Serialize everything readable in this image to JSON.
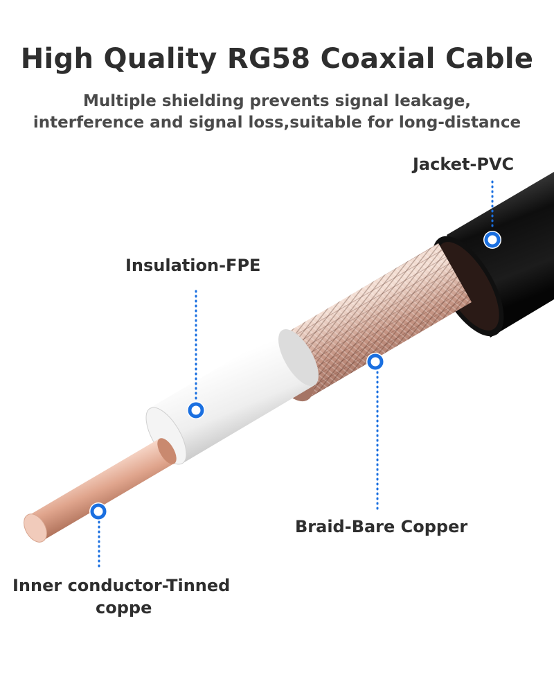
{
  "title": "High Quality RG58 Coaxial Cable",
  "subtitle_line1": "Multiple shielding prevents signal leakage,",
  "subtitle_line2": "interference and signal loss,suitable for long-distance",
  "labels": {
    "jacket": "Jacket-PVC",
    "insulation": "Insulation-FPE",
    "braid": "Braid-Bare Copper",
    "inner_line1": "Inner conductor-Tinned",
    "inner_line2": "coppe"
  },
  "colors": {
    "marker": "#1a6fe0",
    "jacket": "#1b1b1b",
    "insulation": "#f2f2f2",
    "braid": "#c99a88",
    "copper": "#e6ab94"
  }
}
